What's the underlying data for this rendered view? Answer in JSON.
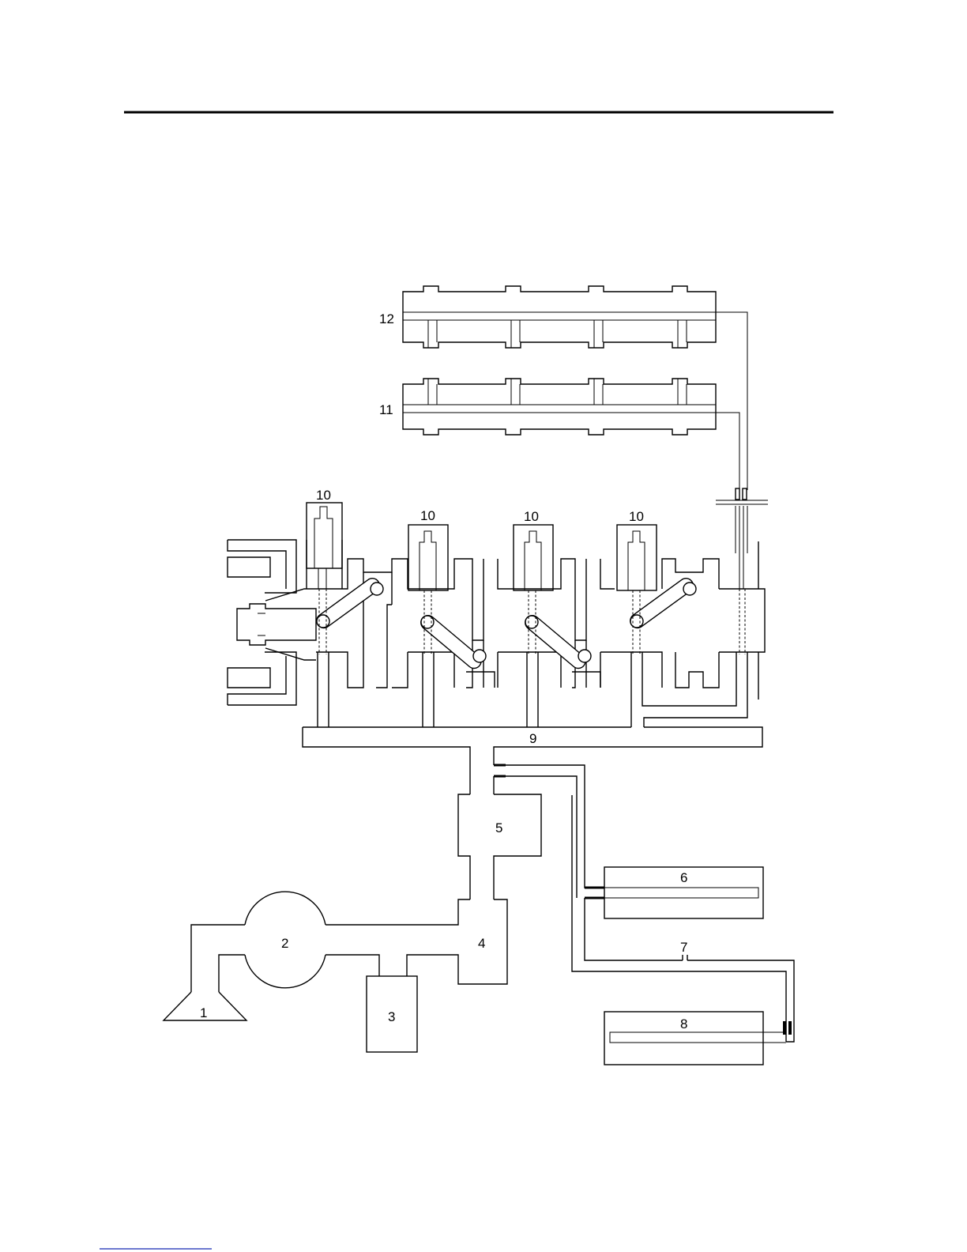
{
  "diagram": {
    "labels": {
      "l1": "1",
      "l2": "2",
      "l3": "3",
      "l4": "4",
      "l5": "5",
      "l6": "6",
      "l7": "7",
      "l8": "8",
      "l9": "9",
      "l10a": "10",
      "l10b": "10",
      "l10c": "10",
      "l10d": "10",
      "l11": "11",
      "l12": "12"
    }
  },
  "colors": {
    "line": "#000000",
    "background": "#ffffff",
    "footer_rule": "#3b4cc0"
  }
}
